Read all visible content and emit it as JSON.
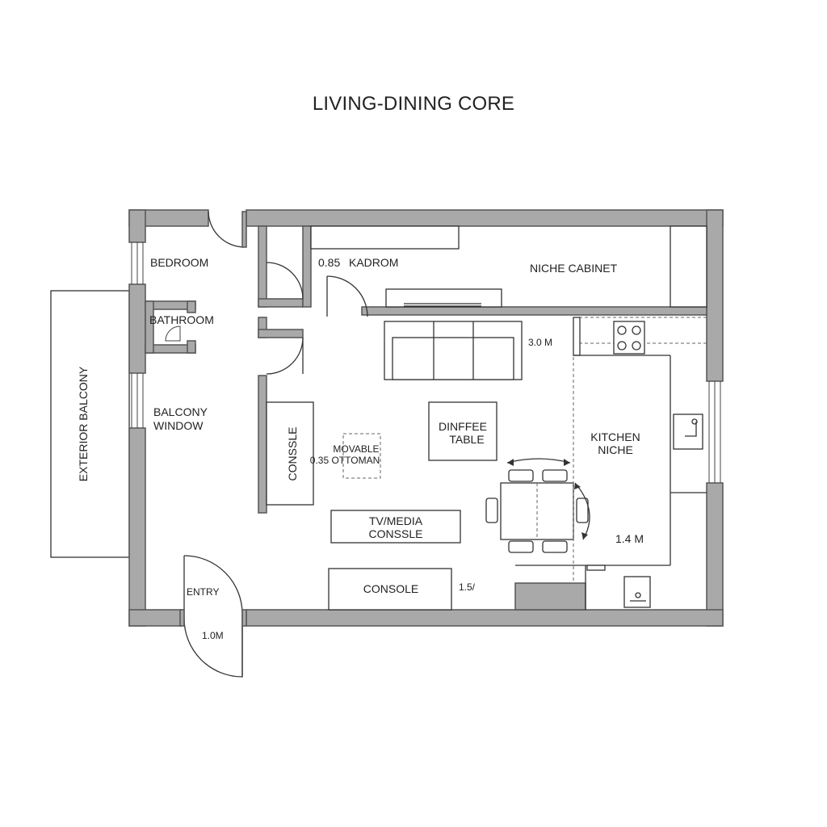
{
  "title": "LIVING-DINING CORE",
  "labels": {
    "bedroom": "BEDROOM",
    "bathroom": "BATHROOM",
    "balcony_window": [
      "BALCONY",
      "WINDOW"
    ],
    "exterior_balcony": "EXTERIOR BALCONY",
    "entry": "ENTRY",
    "entry_dim": "1.0M",
    "dim_085": "0.85",
    "kadrom": "KADROM",
    "niche_cabinet": "NICHE CABINET",
    "dim_30": "3.0 M",
    "coffee_table": [
      "DINFFEE",
      "TABLE"
    ],
    "console_vertical": "CONSSLE",
    "movable_ottoman": [
      "MOVABLE",
      "0.35 OTTOMAN"
    ],
    "kitchen_niche": [
      "KITCHEN",
      "NICHE"
    ],
    "dim_14": "1.4 M",
    "tv_media_console": [
      "TV/MEDIA",
      "CONSSLE"
    ],
    "console_bottom": "CONSOLE",
    "dim_15": "1.5/"
  },
  "colors": {
    "wall_fill": "#a9a9a9",
    "line": "#333333"
  }
}
